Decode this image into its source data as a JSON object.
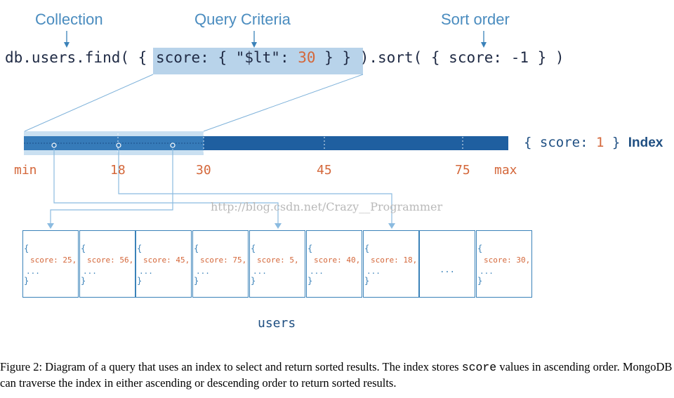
{
  "labels": {
    "collection": "Collection",
    "query_criteria": "Query Criteria",
    "sort_order": "Sort order"
  },
  "query": {
    "prefix": "db.users.find( { ",
    "criteria_key": "score: { \"$lt\": ",
    "criteria_value": "30",
    "criteria_close": " } }",
    "mid": " ).sort( { score: ",
    "sort_value": "-1",
    "suffix": " } )"
  },
  "index": {
    "label_open": "{ score: ",
    "label_value": "1",
    "label_close": " }",
    "label_word": "Index",
    "axis_labels": [
      "min",
      "18",
      "30",
      "45",
      "75",
      "max"
    ]
  },
  "documents": [
    {
      "field": "score: 25,"
    },
    {
      "field": "score: 56,"
    },
    {
      "field": "score: 45,"
    },
    {
      "field": "score: 75,"
    },
    {
      "field": "score: 5,"
    },
    {
      "field": "score: 40,"
    },
    {
      "field": "score: 18,"
    },
    {
      "field": "",
      "middle": "..."
    },
    {
      "field": "score: 30,"
    }
  ],
  "doc_parts": {
    "open": "{",
    "close": "}",
    "ellipsis": "..."
  },
  "collection_name": "users",
  "watermark": "http://blog.csdn.net/Crazy__Programmer",
  "caption": {
    "part1": "Figure 2: Diagram of a query that uses an index to select and return sorted results. The index stores ",
    "code": "score",
    "part2": " values in ascending order. MongoDB can traverse the index in either ascending or descending order to return sorted results."
  },
  "colors": {
    "index_bar": "#1f5fa0",
    "highlight": "#b8d3ea",
    "accent_orange": "#d4673a",
    "line_blue": "#6aa9d6"
  }
}
